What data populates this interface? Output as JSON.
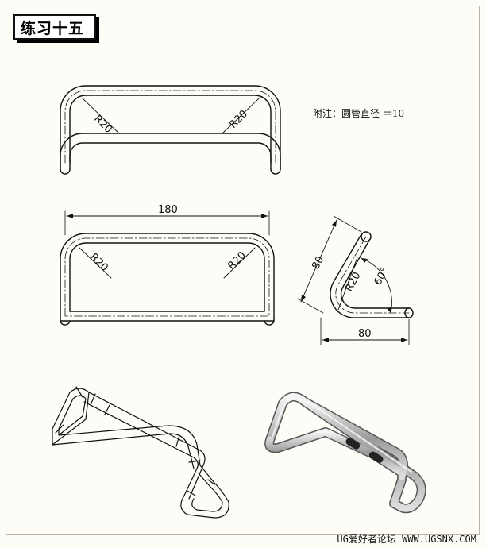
{
  "title": "练习十五",
  "note": "附注：圆管直径 ＝10",
  "dimensions": {
    "top_view_radius_left": "R20",
    "top_view_radius_right": "R20",
    "front_width": "180",
    "front_radius_left": "R20",
    "front_radius_right": "R20",
    "side_length_diagonal": "80",
    "side_radius": "R20",
    "side_angle": "60°",
    "side_length_horizontal": "80"
  },
  "footer": "UG爱好者论坛 WWW.UGSNX.COM"
}
